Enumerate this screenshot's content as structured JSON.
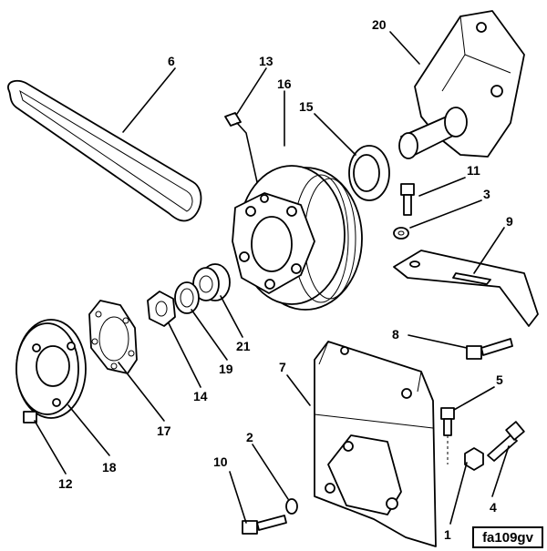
{
  "figure_ref": "fa109gv",
  "callouts": {
    "c1": "1",
    "c2": "2",
    "c3": "3",
    "c4": "4",
    "c5": "5",
    "c6": "6",
    "c7": "7",
    "c8": "8",
    "c9": "9",
    "c10": "10",
    "c11": "11",
    "c12": "12",
    "c13": "13",
    "c14": "14",
    "c15": "15",
    "c16": "16",
    "c17": "17",
    "c18": "18",
    "c19": "19",
    "c20": "20",
    "c21": "21"
  }
}
